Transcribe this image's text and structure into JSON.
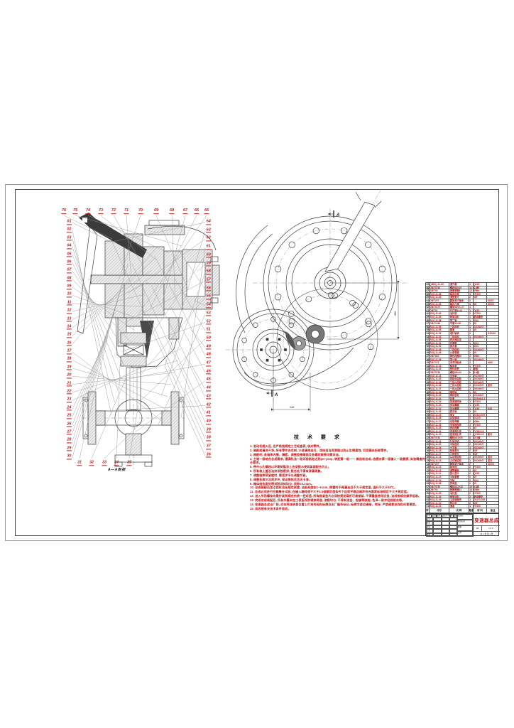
{
  "sheet": {
    "type": "engineering-drawing"
  },
  "section_view": {
    "label": "A—A剖视",
    "callouts": {
      "left": [
        "01",
        "02",
        "03",
        "04",
        "05",
        "06",
        "07",
        "08",
        "09",
        "10",
        "11",
        "12",
        "13",
        "14",
        "15",
        "16",
        "17",
        "18",
        "19",
        "20",
        "21",
        "22",
        "23",
        "24",
        "25",
        "26",
        "27",
        "28",
        "29",
        "30"
      ],
      "bottom": [
        "31",
        "32",
        "33",
        "34",
        "35"
      ],
      "right": [
        "64",
        "63",
        "62",
        "61",
        "60",
        "59",
        "58",
        "57",
        "56",
        "55",
        "54",
        "53",
        "52",
        "51",
        "50",
        "49",
        "48",
        "47",
        "46",
        "45",
        "44",
        "43",
        "42",
        "41",
        "40",
        "39",
        "38",
        "37",
        "36"
      ],
      "top": [
        "76",
        "75",
        "74",
        "73",
        "72",
        "71",
        "70",
        "69",
        "68",
        "67",
        "66",
        "65"
      ]
    }
  },
  "end_view": {
    "section_marker": "A",
    "dim_vertical": "450",
    "dim_horizontal": "240"
  },
  "tech": {
    "title": "技 术 要 求",
    "items": [
      "1. 发动机熄火后, 应严格按规定工艺检查表, 核对零件。",
      "2. 装配前清洗干净, 所有零件去毛刺, 大修清除油污、涂抹适当润滑脂以防止生锈腐蚀, 切忌锤击拆卸零件。",
      "3. 装配时, 各轴承内圈、隔套、调整垫圈端面及各螺纹联接均需涂油。",
      "4. 主锥一级啮合总成要求, 灌满机油一级试验粘贴达到регулир, 转配第一级——    锥齿轮总成, 齿圈对第一级输入一级磨损, 实验精度符合设计要求。",
      "5. 带中心孔螺栓以环氧树脂涂上合适胶水使其紧固配合为止。",
      "6. 所有装上盖及油封涂胶密封, 胶合处不得有渗漏现象。",
      "7. 调整轴承预紧度时, 需逐步予以调整拧紧。",
      "8. 调整各拨叉及同步环, 保证换挡灵活无卡滞。",
      "9. 箱体结合面处密封胶涂抹均匀, 间隙≤0.1mm。",
      "10. 总成装配后加注齿轮油至规定高度, 油面高度在1~6 mm, 倒置时不得漏油且不大于规定值, 温升不大于35℃。",
      "11. 总成必须进行空载磨合试验, 在输入端转速不大于1.5倍额定值条件下运转平稳且噪声符合国家标准规定不大于规定值。",
      "12. 进入所用螺栓均需拧紧到规定的统一扭矩值, 所有锁紧垫片必须按规定弯折可靠锁紧, 不得重复使用旧垫, 油封按规定顺序组装。",
      "13. 完成总成装配后, 所有外露未加工表面涂防锈漆两道, 漆膜均匀, 不得有流挂、起皱等缺陷, 色泽一致并经检验合格。",
      "14. 变速器总成出厂前, 应在壳体明显位置上打刻号码和标牌及出厂编号标记, 标牌字迹应清晰、完好, 严禁随意涂改和任意更换。",
      "15. 其余按有关技术条件验收。"
    ]
  },
  "bom": {
    "header": [
      "序号",
      "代号",
      "名 称",
      "数量",
      "材 料",
      "备注"
    ],
    "rows": [
      [
        "69",
        "Q/BSQ-11-69",
        "通气塞",
        "1",
        "Q235",
        ""
      ],
      [
        "68",
        "GB/T5782",
        "螺栓M8×25",
        "12",
        "8.8级",
        ""
      ],
      [
        "67",
        "GB/T93",
        "弹簧垫圈8",
        "12",
        "65Mn",
        ""
      ],
      [
        "66",
        "BSQ-11-66",
        "轴承后盖",
        "1",
        "HT200",
        ""
      ],
      [
        "65",
        "BSQ-11-65",
        "调整垫片",
        "2",
        "08F",
        ""
      ],
      [
        "64",
        "GB/T297",
        "圆锥滚子轴承",
        "2",
        "",
        "30207"
      ],
      [
        "63",
        "BSQ-11-63",
        "输出凸缘",
        "1",
        "45",
        "30206"
      ],
      [
        "62",
        "GB/T6170",
        "螺母M20×1.5",
        "1",
        "",
        ""
      ],
      [
        "61",
        "GB/T91",
        "开口销4×40",
        "1",
        "Q235",
        ""
      ],
      [
        "60",
        "BSQ-11-60",
        "油封座",
        "1",
        "HT200",
        ""
      ],
      [
        "59",
        "BSQ-11-59",
        "骨架油封",
        "1",
        "耐油橡胶",
        ""
      ],
      [
        "58",
        "BSQ-11-58",
        "第二轴",
        "1",
        "40Cr",
        ""
      ],
      [
        "57",
        "GB/T1096",
        "平键10×50",
        "1",
        "45",
        ""
      ],
      [
        "56",
        "BSQ-11-56",
        "一挡齿轮",
        "1",
        "20CrMnTi",
        ""
      ],
      [
        "55",
        "BSQ-11-55",
        "隔套",
        "1",
        "45",
        ""
      ],
      [
        "54",
        "BSQ-11-54",
        "滚针轴承",
        "2",
        "",
        "K25×30"
      ],
      [
        "53",
        "BSQ-11-53",
        "二挡齿轮",
        "1",
        "20CrMnTi",
        ""
      ],
      [
        "52",
        "BSQ-11-52",
        "同步器总成",
        "1",
        "",
        ""
      ],
      [
        "51",
        "BSQ-11-51",
        "花键毂",
        "1",
        "40Cr",
        ""
      ],
      [
        "50",
        "BSQ-11-50",
        "接合套",
        "1",
        "40Cr",
        ""
      ],
      [
        "49",
        "BSQ-11-49",
        "三挡齿轮",
        "1",
        "20CrMnTi",
        ""
      ],
      [
        "48",
        "BSQ-11-48",
        "止推垫圈",
        "2",
        "45",
        ""
      ],
      [
        "47",
        "GB/T894",
        "弹性挡圈30",
        "2",
        "65Mn",
        ""
      ],
      [
        "46",
        "BSQ-11-46",
        "第一轴",
        "1",
        "20CrMnTi",
        ""
      ],
      [
        "45",
        "GB/T276",
        "深沟球轴承",
        "1",
        "",
        "6306"
      ],
      [
        "44",
        "BSQ-11-44",
        "轴承盖",
        "1",
        "HT200",
        ""
      ],
      [
        "43",
        "BSQ-11-43",
        "密封纸垫",
        "1",
        "纸板",
        ""
      ],
      [
        "42",
        "GB/T5783",
        "螺栓M8×20",
        "6",
        "8.8级",
        ""
      ],
      [
        "41",
        "BSQ-11-41",
        "中间轴",
        "1",
        "20CrMnTi",
        ""
      ],
      [
        "40",
        "BSQ-11-40",
        "常啮合齿轮",
        "1",
        "20CrMnTi",
        ""
      ],
      [
        "39",
        "BSQ-11-39",
        "三挡从齿轮",
        "1",
        "20CrMnTi",
        ""
      ],
      [
        "38",
        "BSQ-11-38",
        "二挡从齿轮",
        "1",
        "20CrMnTi",
        "成对"
      ],
      [
        "37",
        "BSQ-11-37",
        "一挡从齿轮",
        "1",
        "20CrMnTi",
        ""
      ],
      [
        "36",
        "BSQ-11-36",
        "倒挡轴",
        "1",
        "45",
        ""
      ],
      [
        "35",
        "BSQ-11-35",
        "倒挡齿轮",
        "1",
        "20CrMnTi",
        ""
      ],
      [
        "34",
        "BSQ-11-34",
        "衬套",
        "1",
        "ZQSn6-6-3",
        ""
      ],
      [
        "33",
        "BSQ-11-33",
        "变速器壳体",
        "1",
        "HT200",
        ""
      ],
      [
        "32",
        "BSQ-11-32",
        "放油螺塞",
        "1",
        "Q235",
        ""
      ],
      [
        "31",
        "BSQ-11-31",
        "加油螺塞",
        "1",
        "Q235",
        "M16"
      ],
      [
        "30",
        "BSQ-11-30",
        "拨叉轴",
        "3",
        "45",
        ""
      ],
      [
        "29",
        "BSQ-11-29",
        "拨叉",
        "3",
        "ZG310-570",
        ""
      ],
      [
        "28",
        "BSQ-11-28",
        "自锁钢球",
        "3",
        "GCr15",
        ""
      ],
      [
        "27",
        "BSQ-11-27",
        "自锁弹簧",
        "3",
        "65Mn",
        ""
      ],
      [
        "26",
        "BSQ-11-26",
        "变速器顶盖",
        "1",
        "HT200",
        ""
      ],
      [
        "25",
        "BSQ-11-25",
        "换挡摇臂",
        "1",
        "35",
        ""
      ],
      [
        "24",
        "BSQ-11-24",
        "差速器左壳",
        "1",
        "QT450-10",
        ""
      ],
      [
        "23",
        "BSQ-11-23",
        "差速器右壳",
        "1",
        "QT450-10",
        "配对"
      ],
      [
        "22",
        "GB/T5782",
        "螺栓M10×55",
        "8",
        "10.9级",
        ""
      ],
      [
        "21",
        "BSQ-11-21",
        "行星齿轮",
        "2",
        "20CrMnTi",
        ""
      ],
      [
        "20",
        "BSQ-11-20",
        "半轴齿轮",
        "2",
        "20CrMnTi",
        ""
      ],
      [
        "19",
        "BSQ-11-19",
        "十字轴",
        "1",
        "20CrMnTi",
        ""
      ],
      [
        "18",
        "BSQ-11-18",
        "球面垫片",
        "2",
        "08F",
        ""
      ],
      [
        "17",
        "BSQ-11-17",
        "止推垫片",
        "2",
        "08F",
        ""
      ],
      [
        "16",
        "BSQ-11-16",
        "从动锥齿轮",
        "1",
        "20CrMnTi",
        "成对"
      ],
      [
        "15",
        "BSQ-11-15",
        "主动锥齿轮",
        "1",
        "20CrMnTi",
        "成对"
      ],
      [
        "14",
        "GB/T297",
        "圆锥滚子轴承",
        "2",
        "",
        "30208"
      ],
      [
        "13",
        "BSQ-11-13",
        "轴承座",
        "2",
        "HT200",
        ""
      ],
      [
        "12",
        "BSQ-11-12",
        "调整螺母",
        "2",
        "45",
        ""
      ],
      [
        "11",
        "BSQ-11-11",
        "锁止垫片",
        "2",
        "Q235",
        ""
      ],
      [
        "10",
        "BSQ-11-10",
        "半轴套管",
        "2",
        "45",
        ""
      ],
      [
        "09",
        "BSQ-11-09",
        "半轴",
        "2",
        "40Cr",
        ""
      ],
      [
        "08",
        "BSQ-11-08",
        "突缘盘",
        "2",
        "45",
        ""
      ],
      [
        "07",
        "GB/T5782",
        "螺栓M12×35",
        "16",
        "8.8级",
        ""
      ],
      [
        "06",
        "GB/T93",
        "弹簧垫圈12",
        "16",
        "65Mn",
        ""
      ],
      [
        "05",
        "BSQ-11-05",
        "油封盖",
        "2",
        "HT200",
        ""
      ],
      [
        "04",
        "BSQ-11-04",
        "骨架油封",
        "2",
        "耐油橡胶",
        ""
      ],
      [
        "03",
        "BSQ-11-03",
        "主减速器壳",
        "1",
        "ZG270-500",
        ""
      ],
      [
        "02",
        "BSQ-11-02",
        "垫片组",
        "2",
        "08F",
        ""
      ],
      [
        "01",
        "BSQ-11-01",
        "通盖",
        "1",
        "HT200",
        ""
      ]
    ]
  },
  "title_block": {
    "product_name": "变速器总成",
    "header_cells": [
      "标记",
      "处数",
      "分区",
      "更改文件号",
      "签名",
      "日期"
    ],
    "role_rows": [
      "设计",
      "校核",
      "审核",
      "工艺",
      "批准"
    ],
    "mid_cells": [
      "标准化",
      "阶段标记",
      "重量",
      "比例"
    ],
    "mark_red": "02",
    "scale_value": "1:2.5",
    "sheets_text": "共 1 张  第 1 张"
  }
}
